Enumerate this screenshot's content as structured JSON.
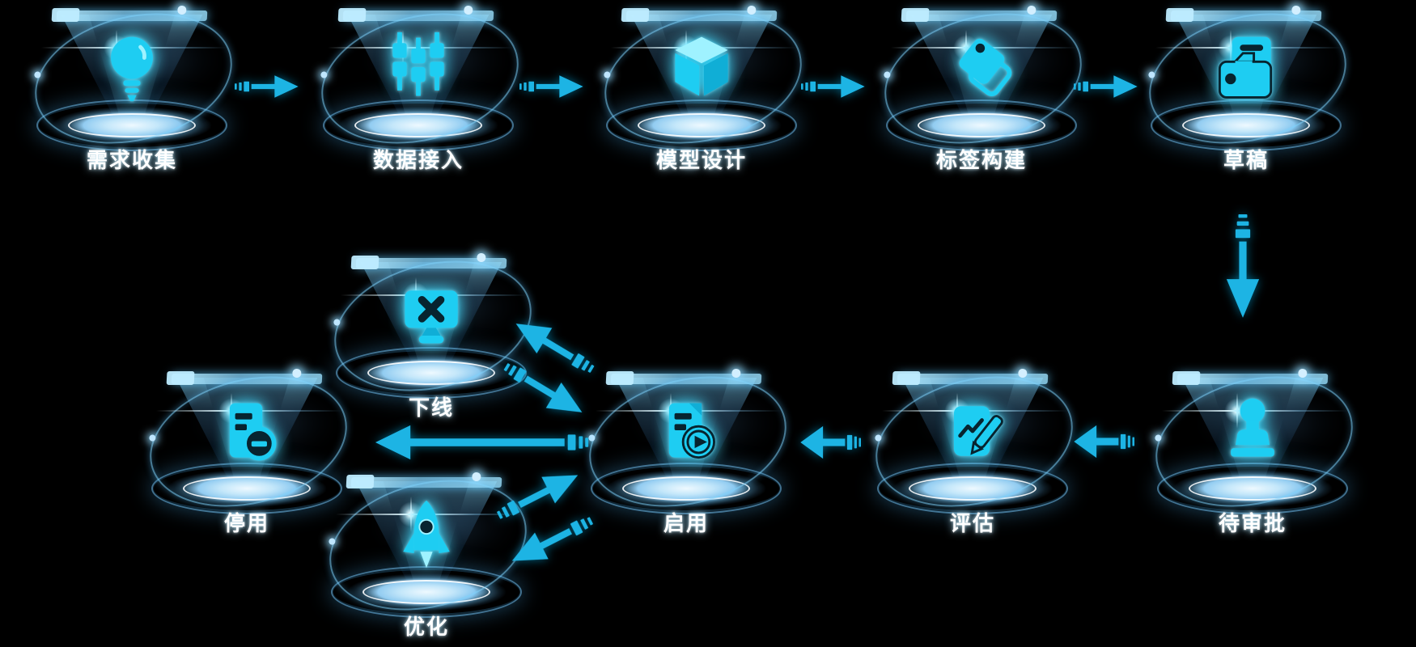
{
  "title": "标签工厂流程图",
  "background": "#000000",
  "colors": {
    "background": "#000000",
    "arrow": "#1db4e4",
    "icon": "#1ecdf2",
    "icon-dark": "#07242f",
    "icon-light": "#9ff2ff",
    "icon-shade": "#10aed6",
    "plate": "#aee0fa",
    "label": "#ffffff"
  },
  "nodes": [
    {
      "id": "requirement-collection",
      "label": "需求收集",
      "icon": "lightbulb-icon"
    },
    {
      "id": "data-access",
      "label": "数据接入",
      "icon": "connectors-icon"
    },
    {
      "id": "model-design",
      "label": "模型设计",
      "icon": "cube-icon"
    },
    {
      "id": "tag-construction",
      "label": "标签构建",
      "icon": "tag-icon"
    },
    {
      "id": "draft",
      "label": "草稿",
      "icon": "folder-icon"
    },
    {
      "id": "pending-approval",
      "label": "待审批",
      "icon": "stamp-icon"
    },
    {
      "id": "evaluation",
      "label": "评估",
      "icon": "report-pen-icon"
    },
    {
      "id": "enabled",
      "label": "启用",
      "icon": "server-play-icon"
    },
    {
      "id": "disabled",
      "label": "停用",
      "icon": "server-minus-icon"
    },
    {
      "id": "offline",
      "label": "下线",
      "icon": "monitor-x-icon"
    },
    {
      "id": "optimization",
      "label": "优化",
      "icon": "rocket-icon"
    }
  ],
  "flow": {
    "edges": [
      {
        "from": "requirement-collection",
        "to": "data-access",
        "direction": "right"
      },
      {
        "from": "data-access",
        "to": "model-design",
        "direction": "right"
      },
      {
        "from": "model-design",
        "to": "tag-construction",
        "direction": "right"
      },
      {
        "from": "tag-construction",
        "to": "draft",
        "direction": "right"
      },
      {
        "from": "draft",
        "to": "pending-approval",
        "direction": "down"
      },
      {
        "from": "pending-approval",
        "to": "evaluation",
        "direction": "left"
      },
      {
        "from": "evaluation",
        "to": "enabled",
        "direction": "left"
      },
      {
        "from": "enabled",
        "to": "disabled",
        "direction": "left"
      },
      {
        "from": "enabled",
        "to": "offline",
        "direction": "bidirectional"
      },
      {
        "from": "enabled",
        "to": "optimization",
        "direction": "bidirectional"
      }
    ]
  }
}
